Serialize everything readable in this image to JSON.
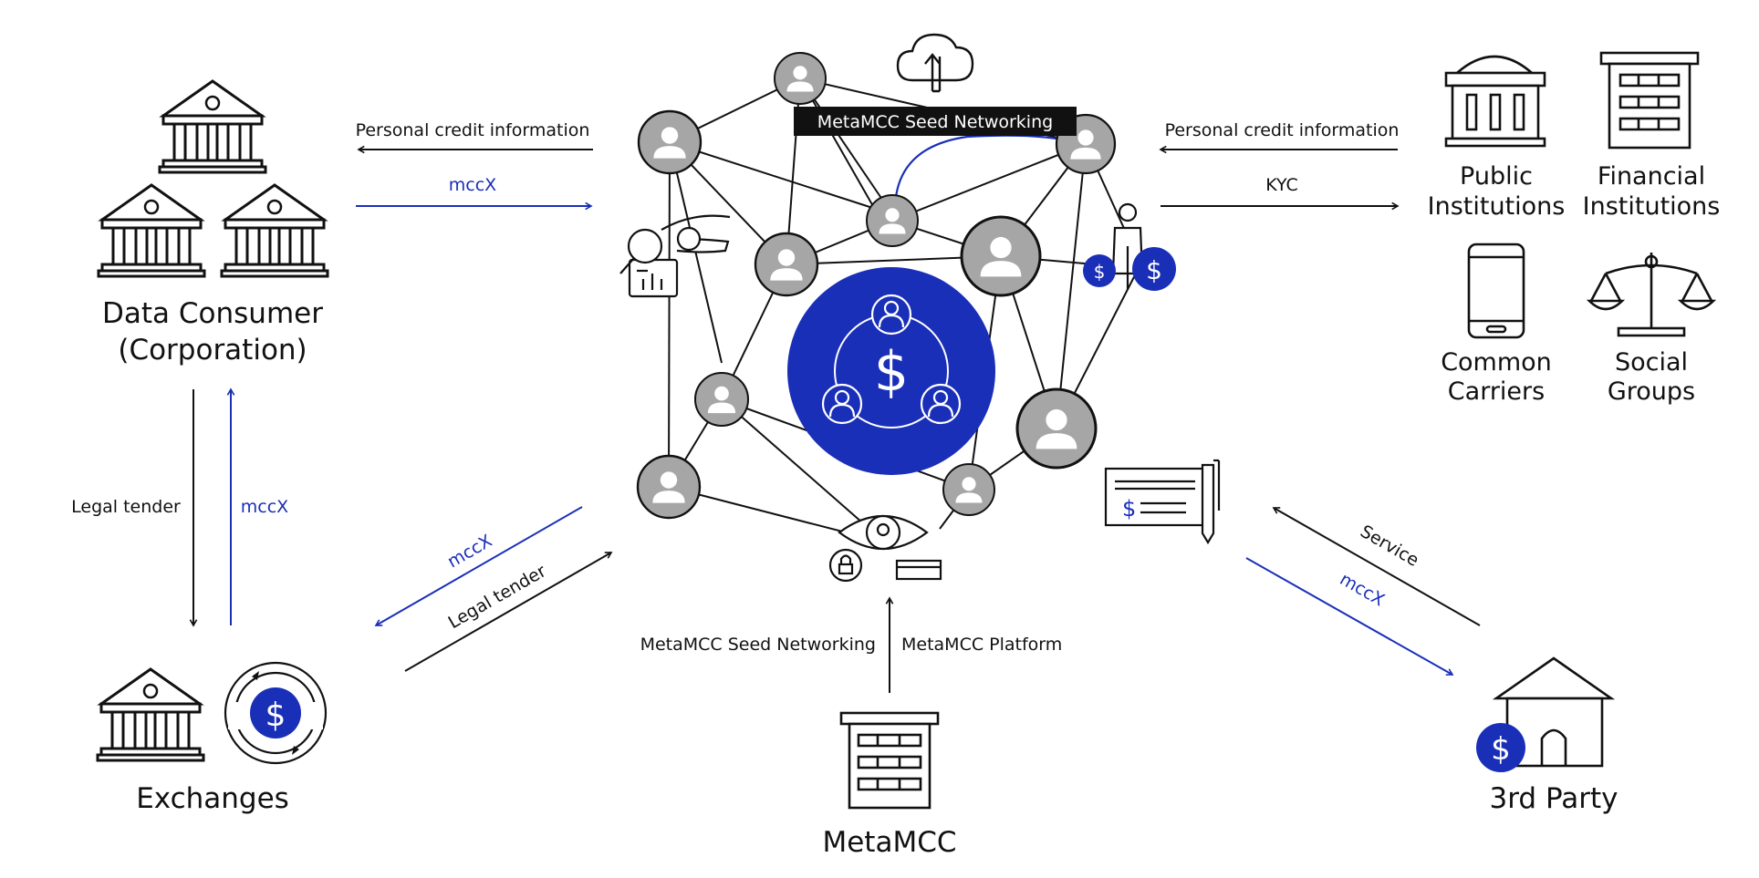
{
  "colors": {
    "accent": "#1a2fb8",
    "ink": "#111111",
    "node_gray": "#a6a6a6"
  },
  "center": {
    "seed_label": "MetaMCC Seed Networking",
    "hub_symbol": "$"
  },
  "left": {
    "consumer_title_line1": "Data Consumer",
    "consumer_title_line2": "(Corporation)",
    "arrow_personal_credit": "Personal credit information",
    "arrow_mccx": "mccX",
    "legal_tender_down": "Legal tender",
    "mccx_up": "mccX",
    "exchanges_title": "Exchanges",
    "exchange_coin": "$",
    "diag_mccx": "mccX",
    "diag_legal_tender": "Legal tender"
  },
  "right": {
    "arrow_personal_credit": "Personal credit information",
    "arrow_kyc": "KYC",
    "public_l1": "Public",
    "public_l2": "Institutions",
    "financial_l1": "Financial",
    "financial_l2": "Institutions",
    "carriers_l1": "Common",
    "carriers_l2": "Carriers",
    "social_l1": "Social",
    "social_l2": "Groups",
    "kyc_coin": "$",
    "service_label": "Service",
    "mccx_label": "mccX",
    "third_party": "3rd Party",
    "third_party_coin": "$",
    "check_symbol": "$"
  },
  "bottom": {
    "seed_networking": "MetaMCC Seed Networking",
    "platform": "MetaMCC Platform",
    "metamcc_title": "MetaMCC"
  }
}
